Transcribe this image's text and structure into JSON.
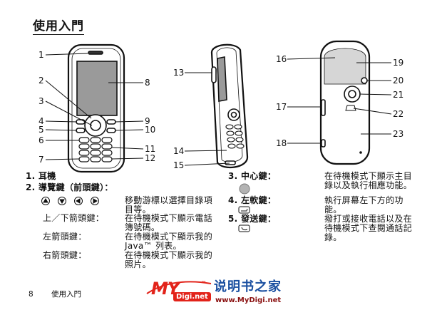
{
  "title": "使用入門",
  "callouts": [
    "1",
    "2",
    "3",
    "4",
    "5",
    "6",
    "7",
    "8",
    "9",
    "10",
    "11",
    "12",
    "13",
    "14",
    "15",
    "16",
    "17",
    "18",
    "19",
    "20",
    "21",
    "22",
    "23"
  ],
  "items": {
    "item1": "1. 耳機",
    "item2": "2. 導覽鍵（前頭鍵）：",
    "nav_rows": [
      {
        "desc": [
          "移動游標以選擇目錄項",
          "目等。"
        ]
      },
      {
        "label": "上／下箭頭鍵：",
        "desc": [
          "在待機模式下顯示電話",
          "簿號碼。"
        ]
      },
      {
        "label": "左箭頭鍵：",
        "desc": [
          "在待機模式下顯示我的",
          "Java™ 列表。"
        ]
      },
      {
        "label": "右箭頭鍵：",
        "desc": [
          "在待機模式下顯示我的",
          "照片。"
        ]
      }
    ],
    "right": [
      {
        "label": "3. 中心鍵：",
        "desc": [
          "在待機模式下顯示主目",
          "錄以及執行相應功能。"
        ],
        "icon": "center-key-icon"
      },
      {
        "label": "4. 左軟鍵：",
        "desc": [
          "執行屏幕左下方的功",
          "能。"
        ],
        "icon": "left-soft-key-icon"
      },
      {
        "label": "5. 發送鍵：",
        "desc": [
          "撥打或接收電話以及在",
          "待機模式下查閱通話記",
          "錄。"
        ],
        "icon": "send-key-icon"
      }
    ],
    "nav_icons": [
      "arrow-up-icon",
      "arrow-down-icon",
      "arrow-left-icon",
      "arrow-right-icon"
    ]
  },
  "footer": {
    "page": "8",
    "section": "使用入門"
  },
  "watermark": {
    "brand": "MY",
    "badge": "Digi.net",
    "tm": "™",
    "site_name": "说明书之家",
    "url": "www.MyDigi.net"
  },
  "colors": {
    "logo_red": "#e2231a",
    "logo_blue": "#1a4fa0",
    "screen_grey": "#9a9a9a"
  }
}
